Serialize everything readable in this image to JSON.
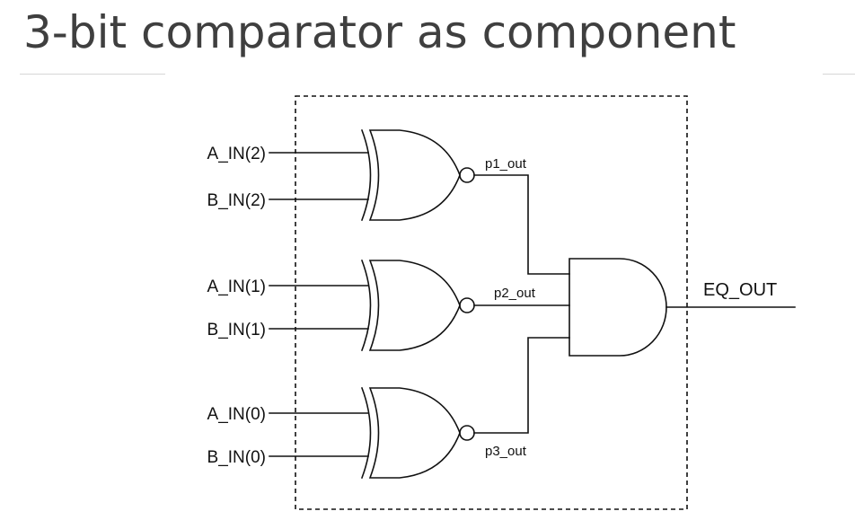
{
  "title": "3-bit comparator as component",
  "diagram": {
    "inputs": {
      "a2": "A_IN(2)",
      "b2": "B_IN(2)",
      "a1": "A_IN(1)",
      "b1": "B_IN(1)",
      "a0": "A_IN(0)",
      "b0": "B_IN(0)"
    },
    "wires": {
      "p1": "p1_out",
      "p2": "p2_out",
      "p3": "p3_out"
    },
    "output": "EQ_OUT"
  }
}
